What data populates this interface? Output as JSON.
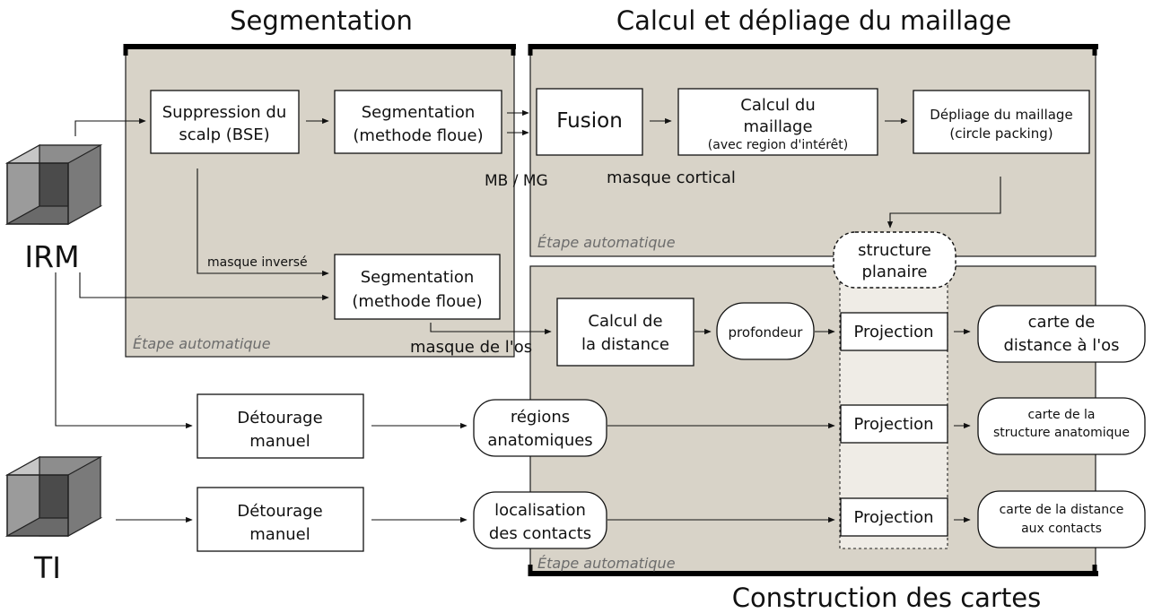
{
  "titles": {
    "segmentation": "Segmentation",
    "calcul": "Calcul et dépliage du maillage",
    "construction": "Construction des cartes"
  },
  "inputs": {
    "irm": "IRM",
    "ti": "TI"
  },
  "panels": {
    "auto_label": "Étape automatique"
  },
  "segmentation": {
    "bse": [
      "Suppression du",
      "scalp (BSE)"
    ],
    "seg1": [
      "Segmentation",
      "(methode floue)"
    ],
    "seg2": [
      "Segmentation",
      "(methode floue)"
    ],
    "masque_inverse": "masque inversé",
    "masque_os": "masque de l'os",
    "mb_mg": "MB / MG"
  },
  "maillage": {
    "fusion": "Fusion",
    "calcul_line1": "Calcul du",
    "calcul_line2": "maillage",
    "calcul_line3": "(avec region d'intérêt)",
    "depliage": [
      "Dépliage du maillage",
      "(circle packing)"
    ],
    "masque_cortical": "masque cortical",
    "structure_planaire": [
      "structure",
      "planaire"
    ]
  },
  "cartes": {
    "calcul_distance": [
      "Calcul de",
      "la distance"
    ],
    "profondeur": "profondeur",
    "projection": "Projection",
    "carte_os": [
      "carte de",
      "distance à l'os"
    ],
    "carte_structure": [
      "carte de la",
      "structure anatomique"
    ],
    "carte_contacts": [
      "carte de la distance",
      "aux contacts"
    ],
    "detourage": [
      "Détourage",
      "manuel"
    ],
    "regions": [
      "régions",
      "anatomiques"
    ],
    "localisation": [
      "localisation",
      "des contacts"
    ]
  },
  "colors": {
    "panel_fill": "#d8d3c8",
    "cube_light": "#c8c8c8",
    "cube_dark": "#4a4a4a"
  }
}
